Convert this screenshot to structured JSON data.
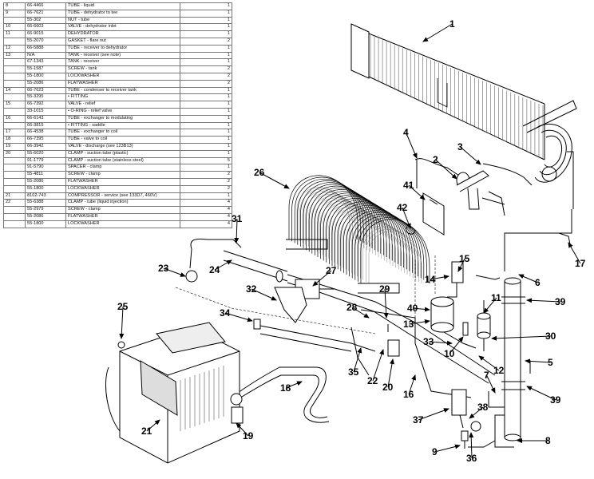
{
  "parts_table": {
    "rows": [
      {
        "item": "8",
        "part": "66-4466",
        "desc": "TUBE - liquid",
        "qty": "1"
      },
      {
        "item": "9",
        "part": "66-7621",
        "desc": "TUBE - dehydrator to tee",
        "qty": "1"
      },
      {
        "item": "",
        "part": "55-302",
        "desc": "NUT - tube",
        "qty": "1"
      },
      {
        "item": "10",
        "part": "66-6603",
        "desc": "VALVE - dehydrator inlet",
        "qty": "1"
      },
      {
        "item": "11",
        "part": "66-9015",
        "desc": "DEHYDRATOR",
        "qty": "1"
      },
      {
        "item": "",
        "part": "55-2070",
        "desc": "GASKET - flare nut",
        "qty": "2"
      },
      {
        "item": "12",
        "part": "66-5888",
        "desc": "TUBE - receiver to dehydrator",
        "qty": "1"
      },
      {
        "item": "13",
        "part": "N/A",
        "desc": "TANK - receiver (see note)",
        "qty": "1"
      },
      {
        "item": "",
        "part": "67-1343",
        "desc": "TANK - receiver",
        "qty": "1"
      },
      {
        "item": "",
        "part": "55-1587",
        "desc": "SCREW - tank",
        "qty": "2"
      },
      {
        "item": "",
        "part": "55-1800",
        "desc": "LOCKWASHER",
        "qty": "2"
      },
      {
        "item": "",
        "part": "55-2086",
        "desc": "FLATWASHER",
        "qty": "2"
      },
      {
        "item": "14",
        "part": "66-7623",
        "desc": "TUBE - condenser to receiver tank",
        "qty": "1"
      },
      {
        "item": "",
        "part": "55-3295",
        "desc": "• FITTING",
        "qty": "1"
      },
      {
        "item": "15",
        "part": "66-7392",
        "desc": "VALVE - relief",
        "qty": "1"
      },
      {
        "item": "",
        "part": "33-1015",
        "desc": "• O-RING - relief valve",
        "qty": "1"
      },
      {
        "item": "16",
        "part": "66-6143",
        "desc": "TUBE - exchanger to modulating",
        "qty": "1"
      },
      {
        "item": "",
        "part": "66-3815",
        "desc": "• FITTING - saddle",
        "qty": "1"
      },
      {
        "item": "17",
        "part": "66-4538",
        "desc": "TUBE - exchanger to coil",
        "qty": "1"
      },
      {
        "item": "18",
        "part": "66-7395",
        "desc": "TUBE - valve to coil",
        "qty": "1"
      },
      {
        "item": "19",
        "part": "66-3942",
        "desc": "VALVE - discharge (see 123B13)",
        "qty": "1"
      },
      {
        "item": "20",
        "part": "55-6020",
        "desc": "CLAMP - suction tube (plastic)",
        "qty": "1"
      },
      {
        "item": "",
        "part": "91-1779",
        "desc": "CLAMP - suction tube (stainless steel)",
        "qty": "5"
      },
      {
        "item": "",
        "part": "91-5790",
        "desc": "SPACER - clamp",
        "qty": "1"
      },
      {
        "item": "",
        "part": "55-4811",
        "desc": "SCREW - clamp",
        "qty": "2"
      },
      {
        "item": "",
        "part": "55-2086",
        "desc": "FLATWASHER",
        "qty": "2"
      },
      {
        "item": "",
        "part": "55-1800",
        "desc": "LOCKWASHER",
        "qty": "2"
      },
      {
        "item": "21",
        "part": "8102-743",
        "desc": "COMPRESSOR - service (see 133D7, 460V)",
        "qty": "1"
      },
      {
        "item": "22",
        "part": "55-6388",
        "desc": "CLAMP - tube (liquid injection)",
        "qty": "4"
      },
      {
        "item": "",
        "part": "55-2979",
        "desc": "SCREW - clamp",
        "qty": "4"
      },
      {
        "item": "",
        "part": "55-2086",
        "desc": "FLATWASHER",
        "qty": "4"
      },
      {
        "item": "",
        "part": "55-1800",
        "desc": "LOCKWASHER",
        "qty": "4"
      }
    ]
  },
  "callouts": [
    {
      "id": "1",
      "label": "1"
    },
    {
      "id": "2",
      "label": "2"
    },
    {
      "id": "3",
      "label": "3"
    },
    {
      "id": "4",
      "label": "4"
    },
    {
      "id": "5",
      "label": "5"
    },
    {
      "id": "6",
      "label": "6"
    },
    {
      "id": "7",
      "label": "7"
    },
    {
      "id": "8",
      "label": "8"
    },
    {
      "id": "9",
      "label": "9"
    },
    {
      "id": "10",
      "label": "10"
    },
    {
      "id": "11",
      "label": "11"
    },
    {
      "id": "12",
      "label": "12"
    },
    {
      "id": "13",
      "label": "13"
    },
    {
      "id": "14",
      "label": "14"
    },
    {
      "id": "15",
      "label": "15"
    },
    {
      "id": "16",
      "label": "16"
    },
    {
      "id": "17",
      "label": "17"
    },
    {
      "id": "18",
      "label": "18"
    },
    {
      "id": "19",
      "label": "19"
    },
    {
      "id": "20",
      "label": "20"
    },
    {
      "id": "21",
      "label": "21"
    },
    {
      "id": "22",
      "label": "22"
    },
    {
      "id": "23",
      "label": "23"
    },
    {
      "id": "24",
      "label": "24"
    },
    {
      "id": "25",
      "label": "25"
    },
    {
      "id": "26",
      "label": "26"
    },
    {
      "id": "27",
      "label": "27"
    },
    {
      "id": "28",
      "label": "28"
    },
    {
      "id": "29",
      "label": "29"
    },
    {
      "id": "30",
      "label": "30"
    },
    {
      "id": "31",
      "label": "31"
    },
    {
      "id": "32",
      "label": "32"
    },
    {
      "id": "33",
      "label": "33"
    },
    {
      "id": "34",
      "label": "34"
    },
    {
      "id": "35",
      "label": "35"
    },
    {
      "id": "36",
      "label": "36"
    },
    {
      "id": "37",
      "label": "37"
    },
    {
      "id": "38",
      "label": "38"
    },
    {
      "id": "39a",
      "label": "39"
    },
    {
      "id": "39b",
      "label": "39"
    },
    {
      "id": "40",
      "label": "40"
    },
    {
      "id": "41",
      "label": "41"
    },
    {
      "id": "42",
      "label": "42"
    }
  ],
  "colors": {
    "ink": "#000000",
    "background": "#ffffff"
  }
}
